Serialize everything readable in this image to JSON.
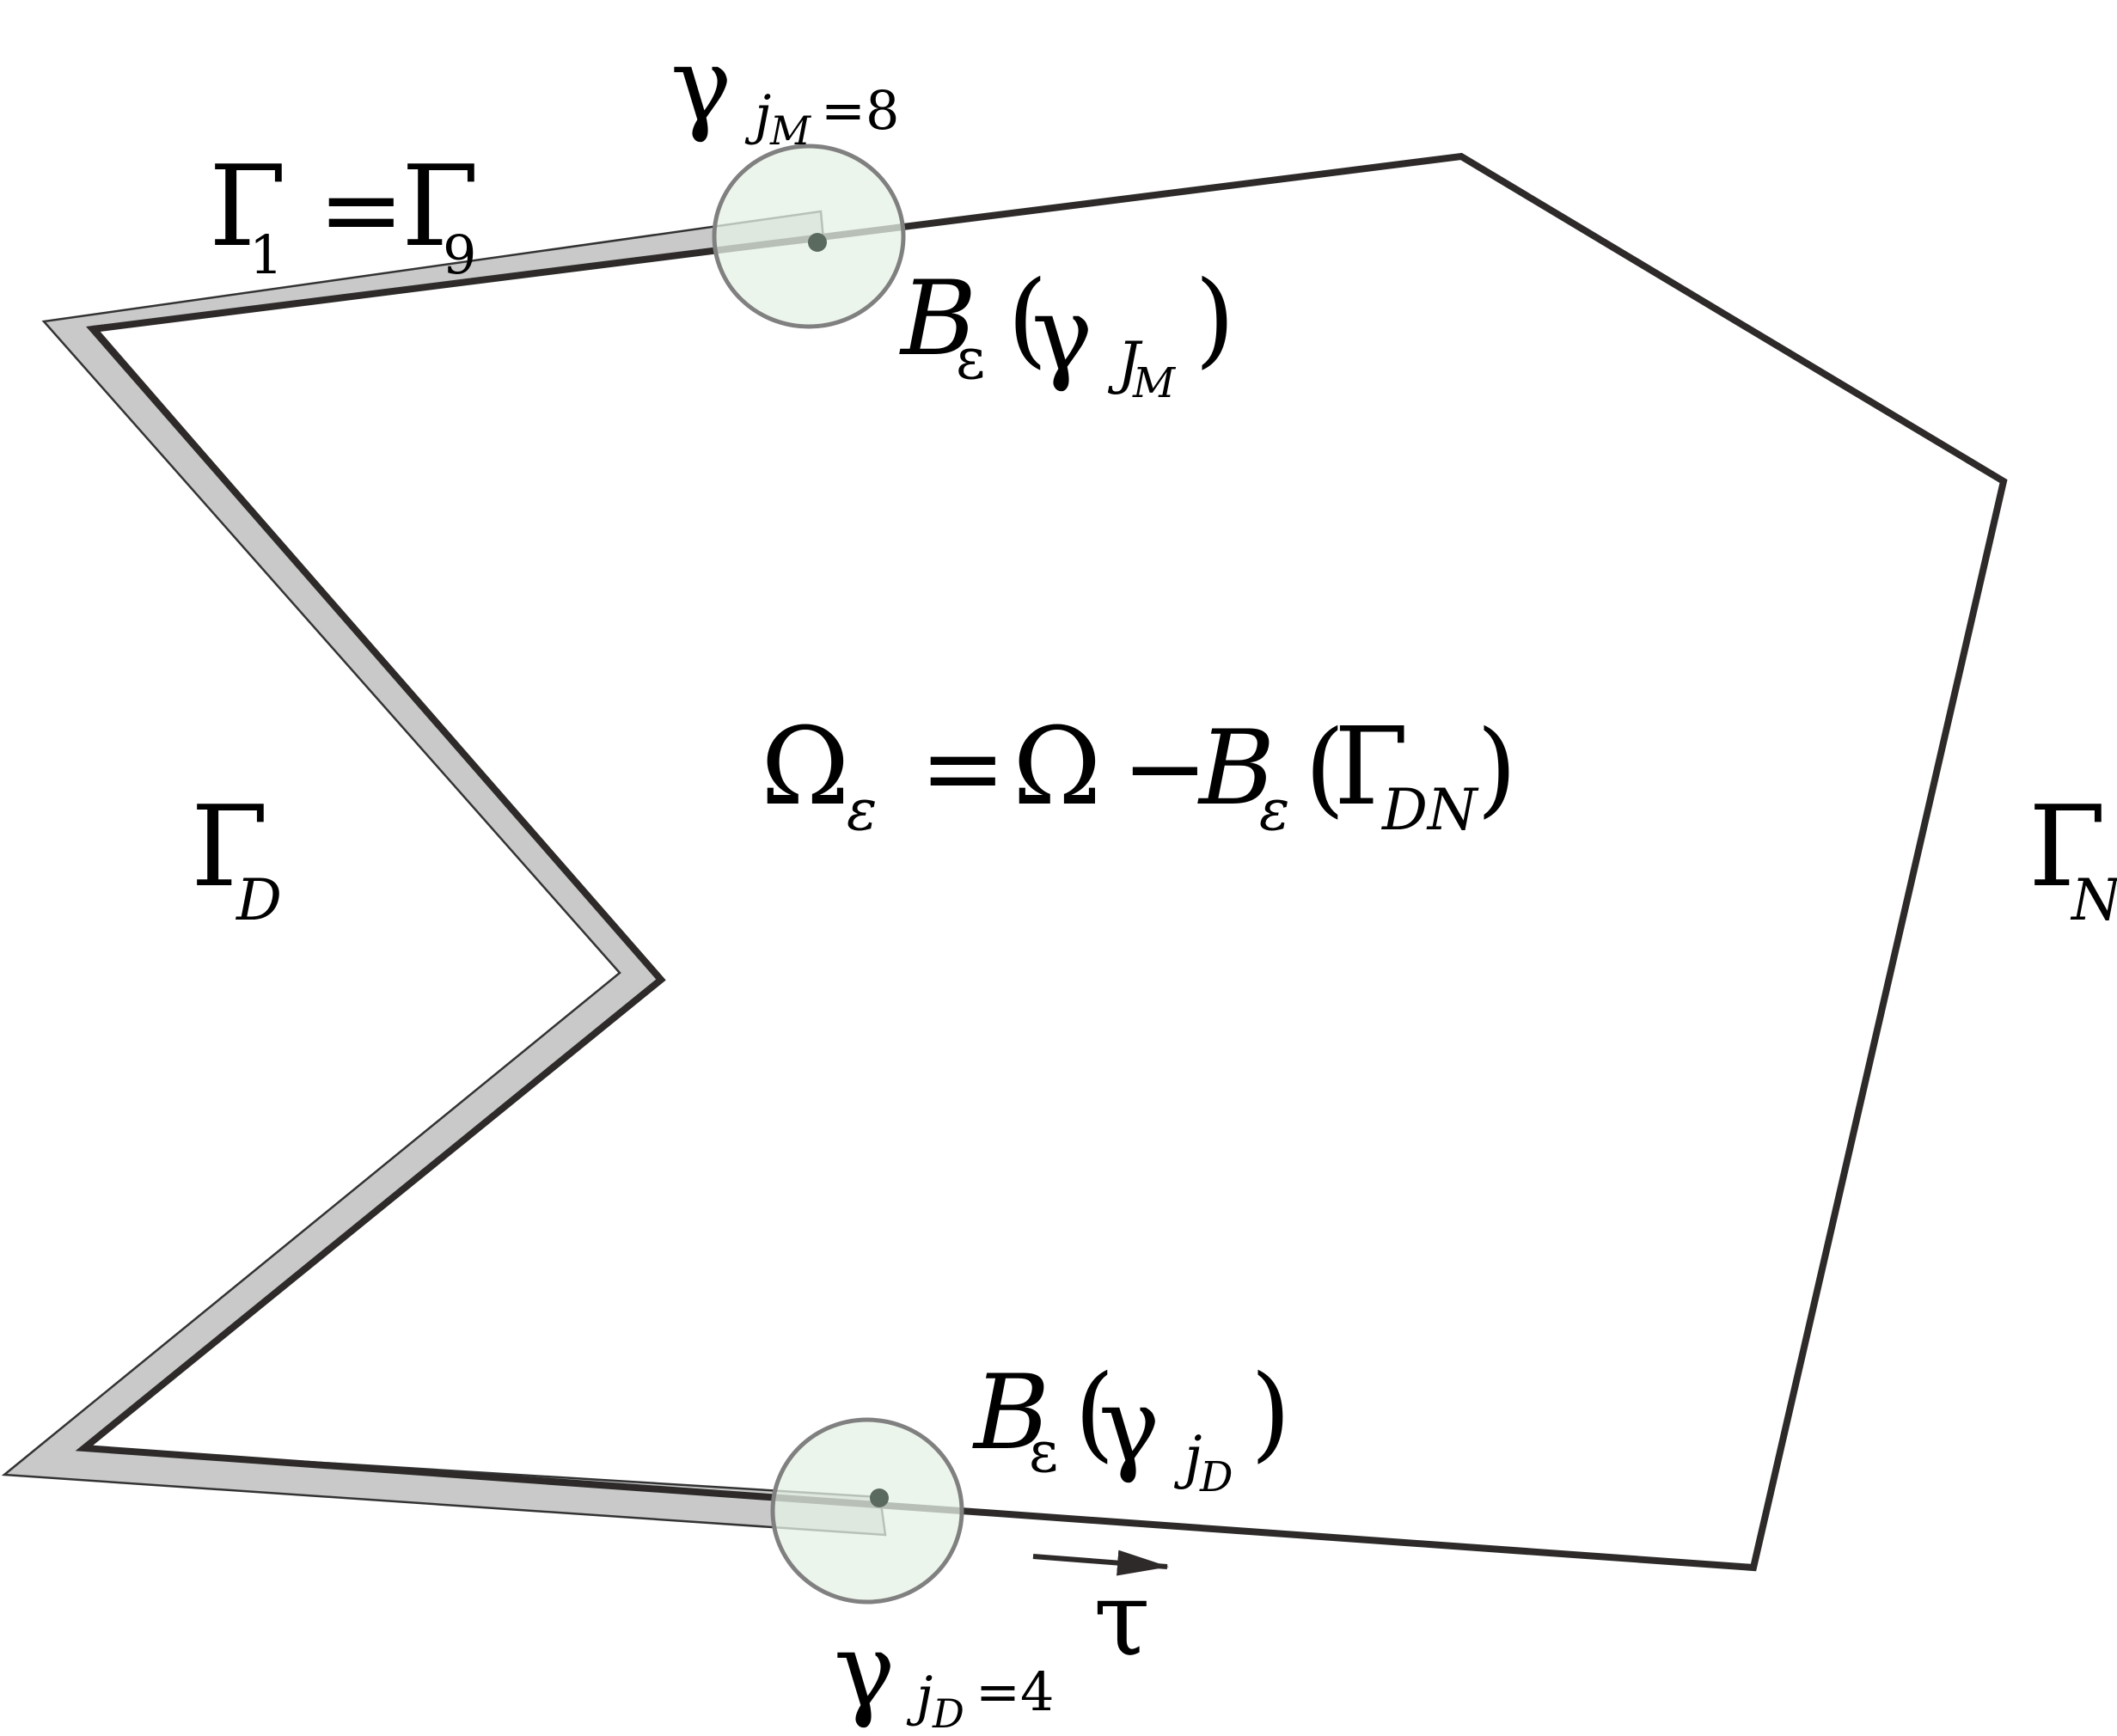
{
  "colors": {
    "boundary": "#2e2a2a",
    "strip_fill": "#c8c9c8",
    "strip_edge": "#333333",
    "ball_fill": "#e6f2e6",
    "ball_stroke": "#808080",
    "point": "#5a6a5f",
    "text": "#000000"
  },
  "labels": {
    "gamma_jm": {
      "sym": "γ",
      "sub_var": "j",
      "sub_sub": "M",
      "sub_rest": "=8"
    },
    "gamma1_eq_gamma9": {
      "g1": "Γ",
      "sub1": "1",
      "eq": "=",
      "g9": "Γ",
      "sub9": "9"
    },
    "ball_top": {
      "B": "B",
      "eps": "ε",
      "open": "(",
      "sym": "γ",
      "sub": "J",
      "subsub": "M",
      "close": ")"
    },
    "gamma_d": {
      "sym": "Γ",
      "sub": "D"
    },
    "omega_eq": {
      "omega": "Ω",
      "eps": "ε",
      "eq": "=",
      "omega2": "Ω",
      "minus": "−",
      "B": "B",
      "eps2": "ε",
      "open": "(",
      "gamma": "Γ",
      "sub": "DN",
      "close": ")"
    },
    "gamma_n": {
      "sym": "Γ",
      "sub": "N"
    },
    "ball_bottom": {
      "B": "B",
      "eps": "ε",
      "open": "(",
      "sym": "γ",
      "sub": "j",
      "subsub": "D",
      "close": ")"
    },
    "tau": "τ",
    "gamma_jd": {
      "sym": "γ",
      "sub_var": "j",
      "sub_sub": "D",
      "sub_rest": "=4"
    }
  }
}
